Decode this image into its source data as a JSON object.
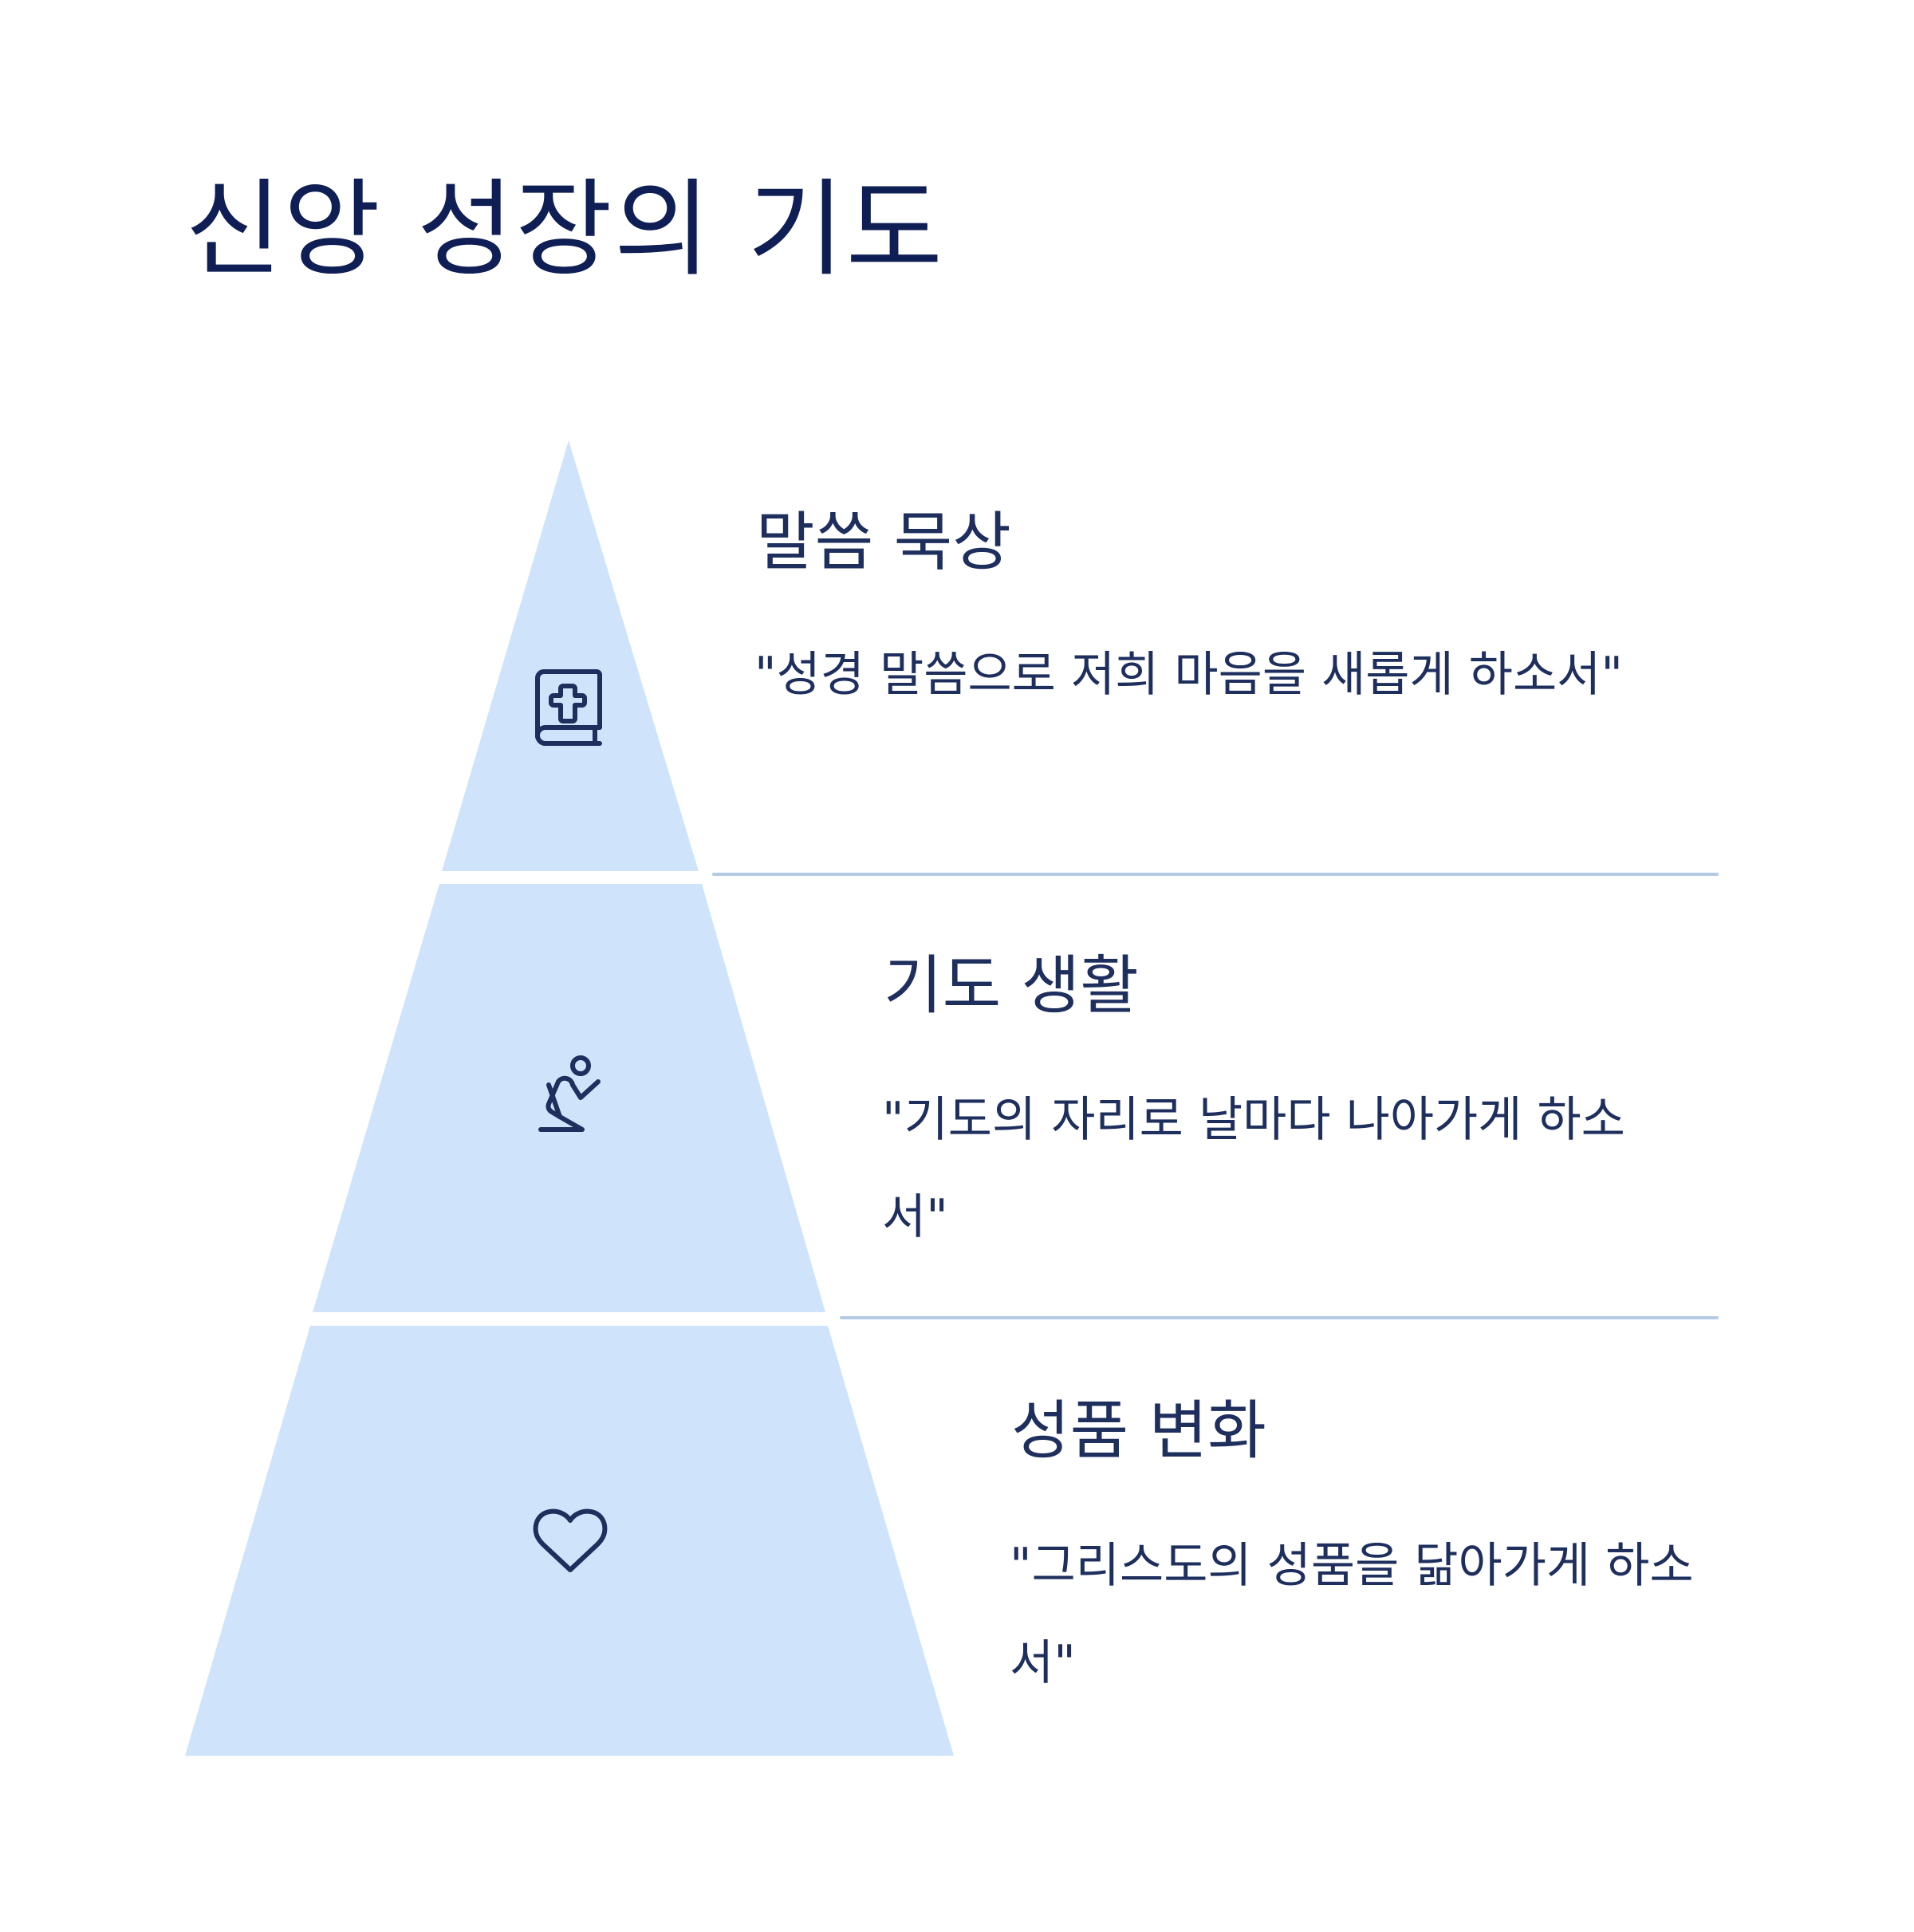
{
  "title": "신앙 성장의 기도",
  "colors": {
    "title": "#0f1f55",
    "text": "#1e2f5e",
    "pyramid_fill": "#cfe4fb",
    "divider": "#b3cbe3",
    "icon_stroke": "#1e2f5e"
  },
  "tiers": [
    {
      "title": "말씀 묵상",
      "desc": "\"성경 말씀으로 저희 마음을 새롭게 하소서\"",
      "icon": "bible-cross-icon"
    },
    {
      "title": "기도 생활",
      "desc": "\"기도의 자리로 날마다 나아가게 하소서\"",
      "icon": "kneeling-prayer-icon"
    },
    {
      "title": "성품 변화",
      "desc": "\"그리스도의 성품을 닮아가게 하소서\"",
      "icon": "heart-icon"
    }
  ]
}
